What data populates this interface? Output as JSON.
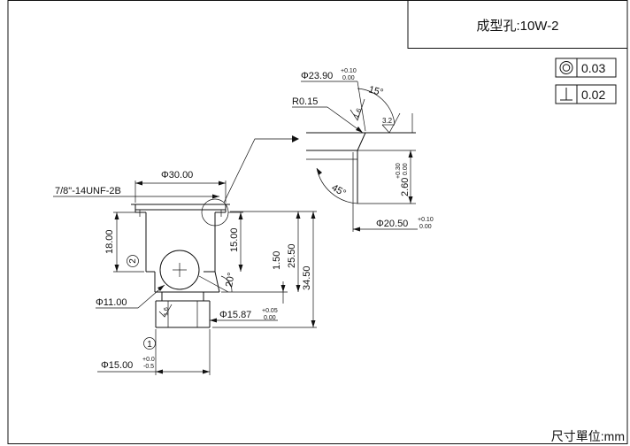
{
  "title_block": {
    "text": "成型孔:10W-2"
  },
  "units_note": "尺寸單位:mm",
  "gdt": [
    {
      "symbol": "concentricity-icon",
      "value": "0.03"
    },
    {
      "symbol": "perpendicularity-icon",
      "value": "0.02"
    }
  ],
  "dimensions": {
    "dia_30": "Φ30.00",
    "thread": "7/8\"-14UNF-2B",
    "h_18": "18.00",
    "h_15": "15.00",
    "h_1_50": "1.50",
    "h_25_50": "25.50",
    "h_34_50": "34.50",
    "dia_11": "Φ11.00",
    "dia_15_87": "Φ15.87",
    "dia_15_87_tol_upper": "+0.05",
    "dia_15_87_tol_lower": "0.00",
    "dia_15": "Φ15.00",
    "dia_15_tol_upper": "+0.0",
    "dia_15_tol_lower": "-0.5",
    "angle_20": "20°",
    "rough_14": "1.6",
    "dia_23_90": "Φ23.90",
    "dia_23_90_tol_upper": "+0.10",
    "dia_23_90_tol_lower": "0.00",
    "angle_15": "15°",
    "radius": "R0.15",
    "rough_16": "1.6",
    "rough_32": "3.2",
    "angle_45": "45°",
    "depth_2_60": "2.60",
    "depth_tol_upper": "+0.30",
    "depth_tol_lower": "0.00",
    "dia_20_50": "Φ20.50",
    "dia_20_50_tol_upper": "+0.10",
    "dia_20_50_tol_lower": "0.00"
  },
  "balloons": {
    "b1": "1",
    "b2": "2"
  }
}
